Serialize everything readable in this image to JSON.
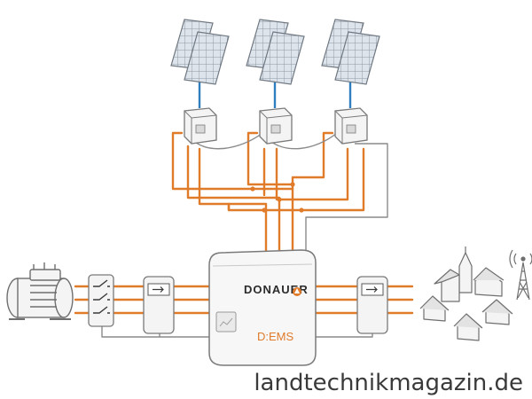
{
  "colors": {
    "power_line": "#e07b2a",
    "signal_line": "#8a8a8a",
    "dc_link": "#2f7fc0",
    "device_outline": "#7a7a7a",
    "device_fill": "#f4f4f4",
    "brand_accent": "#e07b2a",
    "label_text": "#e07b2a",
    "watermark_text": "#3a3a3a"
  },
  "diagram": {
    "controller": {
      "brand": "DONAUER",
      "model": "D:EMS",
      "icon": "donauer-logo-icon"
    },
    "solar_arrays": [
      {
        "icon": "solar-panel-icon"
      },
      {
        "icon": "solar-panel-icon"
      },
      {
        "icon": "solar-panel-icon"
      }
    ],
    "inverters": [
      {
        "icon": "inverter-icon"
      },
      {
        "icon": "inverter-icon"
      },
      {
        "icon": "inverter-icon"
      }
    ],
    "generator": {
      "icon": "generator-icon"
    },
    "switch_box": {
      "icon": "switch-icon"
    },
    "meters": [
      {
        "icon": "energy-meter-icon"
      },
      {
        "icon": "energy-meter-icon"
      }
    ],
    "village": {
      "icon": "village-icon"
    },
    "antenna": {
      "icon": "radio-tower-icon"
    }
  },
  "watermark": "landtechnikmagazin.de"
}
